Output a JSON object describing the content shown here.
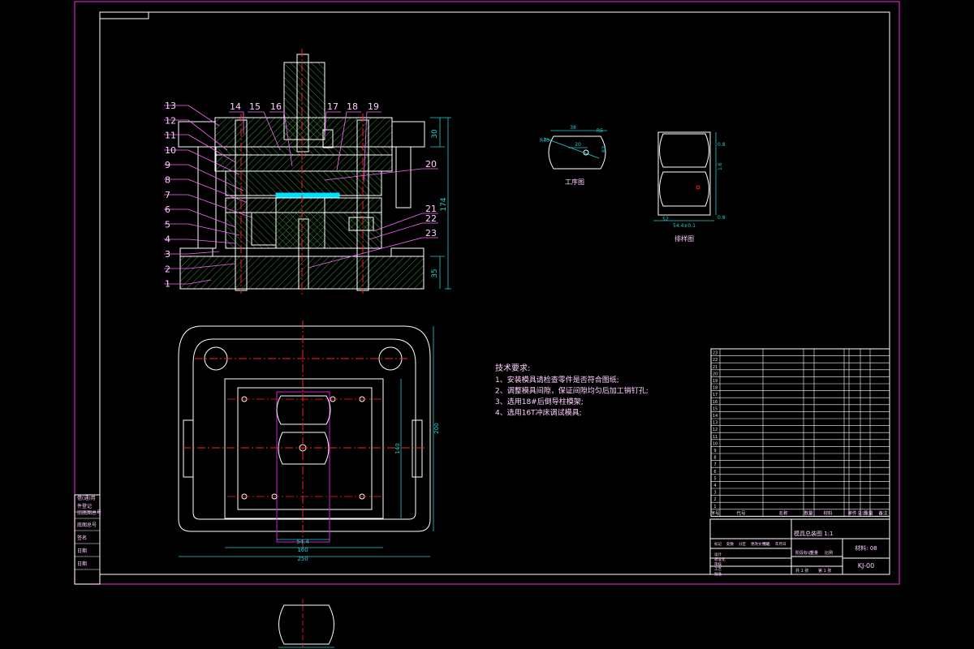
{
  "colors": {
    "background": "#000000",
    "frame": "#d020d0",
    "part": "#ffffff",
    "leader": "#ff66ff",
    "hatch": "#3a9a3a",
    "centerline": "#ff2020",
    "dim": "#20d0d0",
    "label": "#ffd0ff",
    "cyan_highlight": "#00e0ff"
  },
  "section_view": {
    "part_numbers_left": [
      "13",
      "12",
      "11",
      "10",
      "9",
      "8",
      "7",
      "6",
      "5",
      "4",
      "3",
      "2",
      "1"
    ],
    "part_numbers_top": [
      "14",
      "15",
      "16",
      "17",
      "18",
      "19"
    ],
    "part_numbers_right": [
      "20",
      "21",
      "22",
      "23"
    ],
    "dims": {
      "top": "30",
      "total": "174",
      "bottom": "35"
    }
  },
  "workpiece_view": {
    "title": "工序图",
    "dims": [
      "38",
      "R5",
      "R2",
      "20",
      "R40"
    ]
  },
  "layout_view": {
    "title": "排样图",
    "dims": [
      "54.4±0.1",
      "52",
      "0.8",
      "1.6",
      "0.8"
    ]
  },
  "plan_view": {
    "dims": {
      "w_inner": "54.4",
      "w_mid": "160",
      "w_outer": "250",
      "h_inner": "140",
      "h_outer": "200"
    }
  },
  "tech_requirements": {
    "heading": "技术要求:",
    "items": [
      "1、安装模具请检查零件是否符合图纸;",
      "2、调整模具间隙，保证间隙均匀后加工销钉孔;",
      "3、选用18#后倒导柱模架;",
      "4、选用16T冲床调试模具;"
    ]
  },
  "left_side_table": [
    "借(通)用",
    "件登记",
    "旧底图总号",
    "底图总号",
    "签名",
    "日期",
    "日期"
  ],
  "title_block": {
    "main_title": "模具总装图",
    "ratio": "1:1",
    "material": "材料: 08",
    "drawing_no": "KJ-00",
    "rows": [
      "标记",
      "处数",
      "分区",
      "更改文件号",
      "签名",
      "年月日"
    ],
    "roles": [
      "设计",
      "标准化",
      "审核",
      "工艺",
      "批准"
    ],
    "sheet": [
      "共 1 张",
      "第 1 张"
    ],
    "stage": [
      "阶段标记",
      "重量",
      "比例"
    ]
  },
  "bom_header": [
    "序号",
    "代号",
    "名称",
    "数量",
    "材料",
    "单件",
    "总计",
    "重量",
    "备注"
  ],
  "bom_count": 23
}
